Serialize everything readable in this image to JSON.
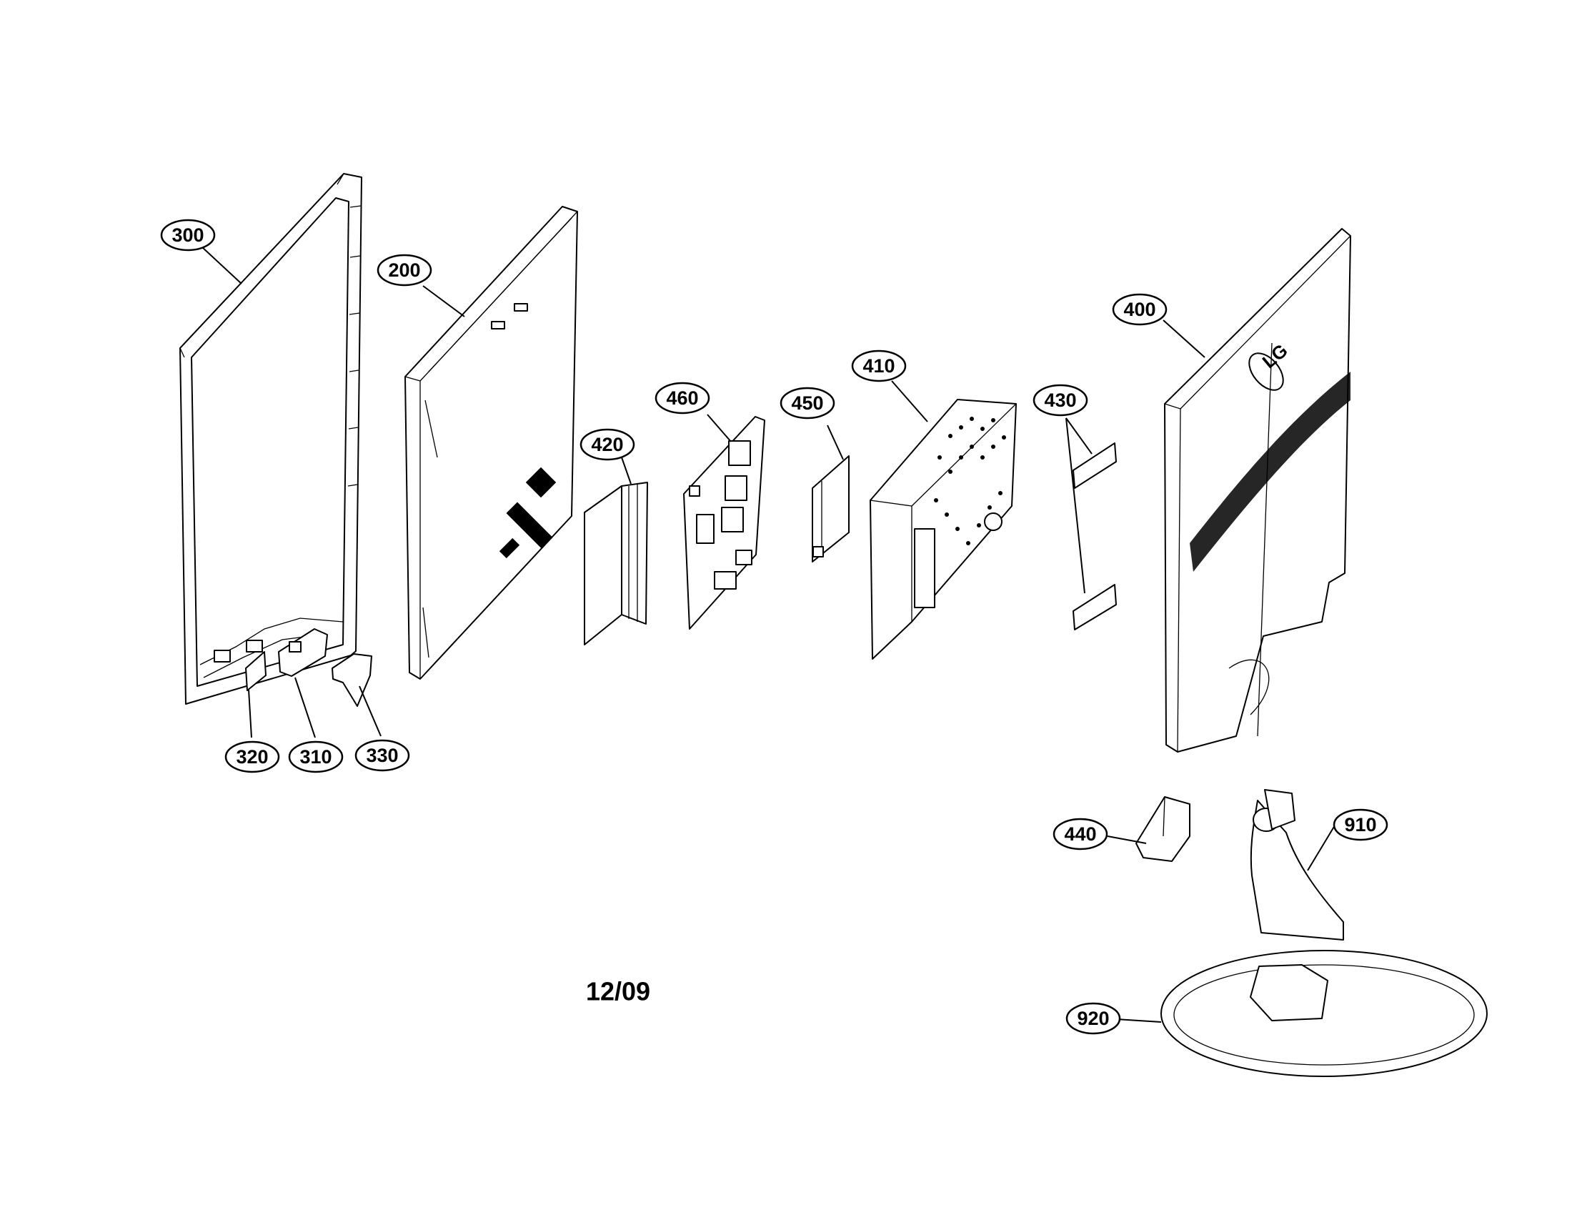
{
  "diagram": {
    "date_code": "12/09",
    "brand_logo": "LG",
    "callouts": [
      {
        "id": "c300",
        "label": "300"
      },
      {
        "id": "c200",
        "label": "200"
      },
      {
        "id": "c400",
        "label": "400"
      },
      {
        "id": "c460",
        "label": "460"
      },
      {
        "id": "c450",
        "label": "450"
      },
      {
        "id": "c410",
        "label": "410"
      },
      {
        "id": "c420",
        "label": "420"
      },
      {
        "id": "c430",
        "label": "430"
      },
      {
        "id": "c320",
        "label": "320"
      },
      {
        "id": "c310",
        "label": "310"
      },
      {
        "id": "c330",
        "label": "330"
      },
      {
        "id": "c440",
        "label": "440"
      },
      {
        "id": "c910",
        "label": "910"
      },
      {
        "id": "c920",
        "label": "920"
      }
    ]
  }
}
